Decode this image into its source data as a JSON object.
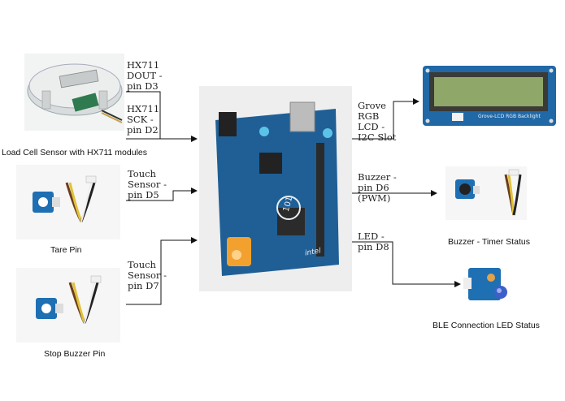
{
  "left": {
    "load_cell_caption": "Load Cell Sensor with HX711 modules",
    "tare_caption": "Tare Pin",
    "stop_caption": "Stop Buzzer Pin",
    "hx711_dout": [
      "HX711",
      "DOUT -",
      "pin D3"
    ],
    "hx711_sck": [
      "HX711",
      "SCK -",
      "pin D2"
    ],
    "touch_d5": [
      "Touch",
      "Sensor -",
      "pin D5"
    ],
    "touch_d7": [
      "Touch",
      "Sensor -",
      "pin D7"
    ]
  },
  "right": {
    "lcd_label": [
      "Grove",
      "RGB",
      "LCD -",
      "I2C Slot"
    ],
    "buzzer_label": [
      "Buzzer -",
      "pin D6",
      "(PWM)"
    ],
    "led_label": [
      "LED -",
      "pin D8"
    ],
    "buzzer_caption": "Buzzer - Timer Status",
    "led_caption": "BLE Connection LED Status",
    "lcd_board_text": "Grove-LCD RGB Backlight"
  },
  "board": {
    "logo_text": "101",
    "brand_text": "intel"
  }
}
